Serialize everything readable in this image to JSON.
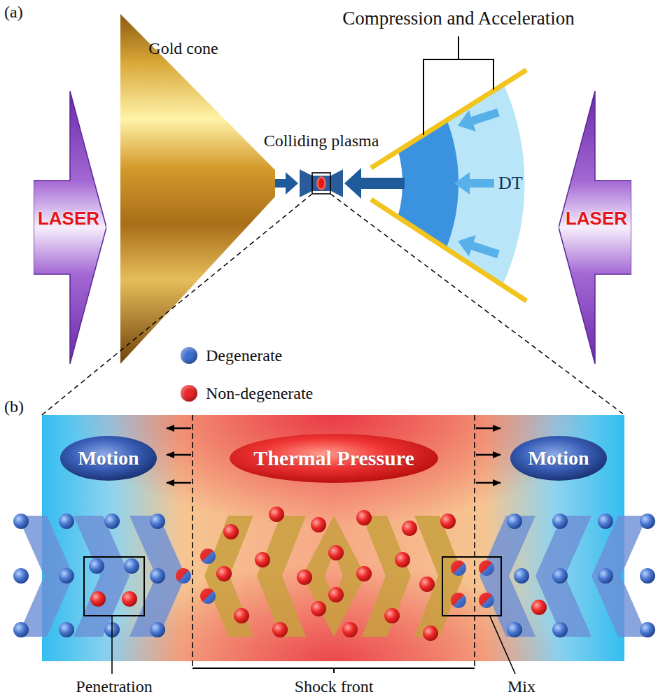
{
  "diagram": {
    "nodes": [
      {
        "text": [
          "LASER"
        ]
      },
      {
        "text": [
          "LASER"
        ]
      },
      {
        "text": [
          "Motion"
        ]
      },
      {
        "text": [
          "Thermal Pressure"
        ]
      },
      {
        "text": [
          "Motion"
        ]
      }
    ],
    "labels": [
      "(a)",
      "Gold cone",
      "Colliding plasma",
      "Compression and Acceleration",
      "DT",
      "(b)",
      "Penetration",
      "Shock front",
      "Mix"
    ],
    "legend": [
      {
        "text": "Degenerate",
        "color": "#3d6fd0"
      },
      {
        "text": "Non-degenerate",
        "color": "#e8262a"
      }
    ]
  }
}
